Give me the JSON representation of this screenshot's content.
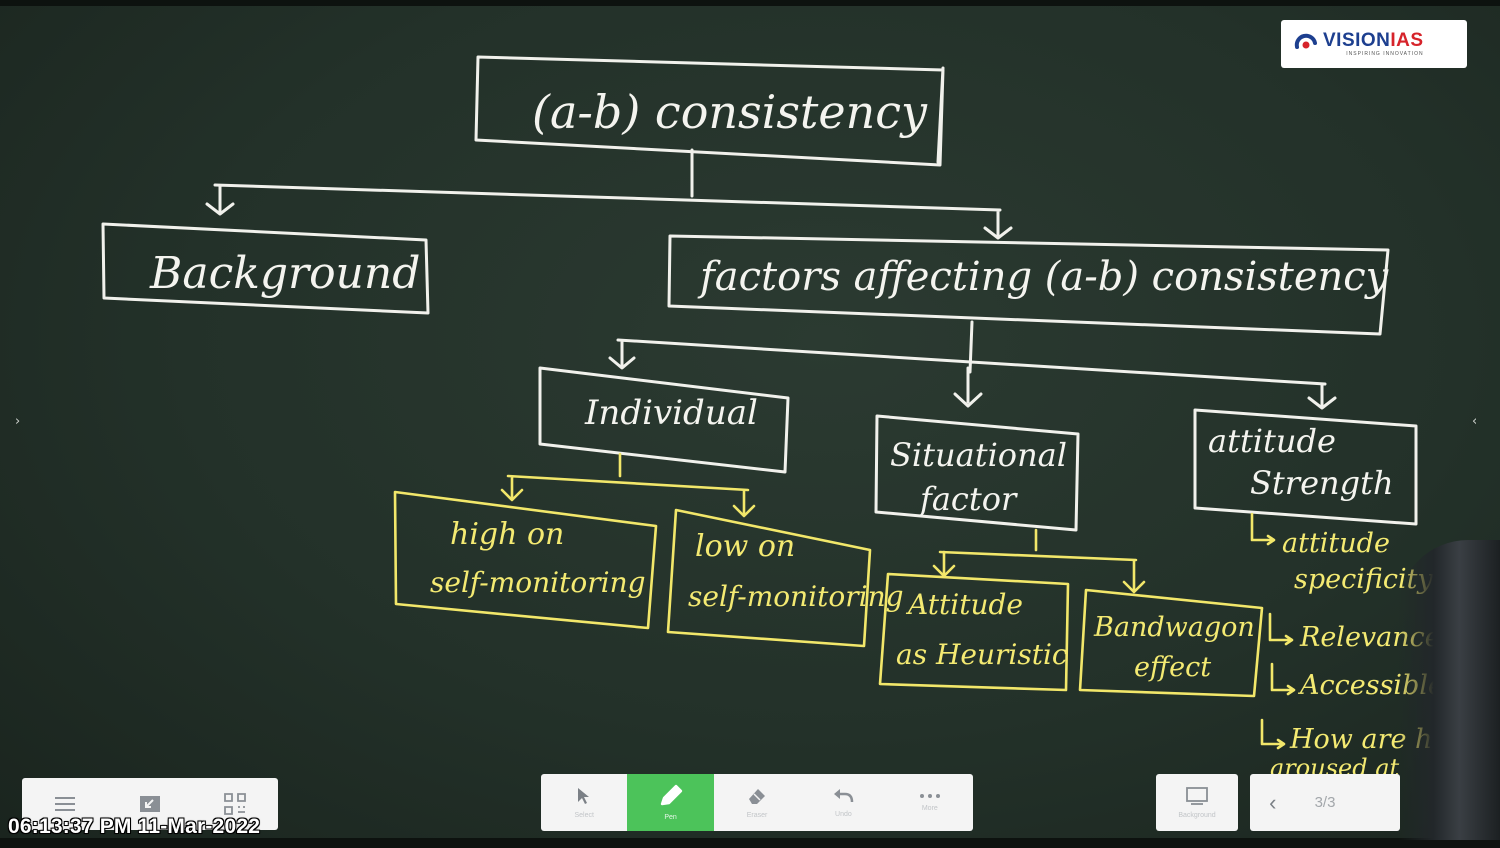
{
  "brand": {
    "name_main": "VISION",
    "name_accent": "IAS",
    "tagline": "INSPIRING INNOVATION"
  },
  "board": {
    "root": "(a-b) consistency",
    "background": "Background",
    "factors": "factors affecting (a-b) consistency",
    "individual": "Individual",
    "situational_line1": "Situational",
    "situational_line2": "factor",
    "strength_line1": "attitude",
    "strength_line2": "Strength",
    "high_line1": "high on",
    "high_line2": "self-monitoring",
    "low_line1": "low on",
    "low_line2": "self-monitoring",
    "heuristic_line1": "Attitude",
    "heuristic_line2": "as Heuristic",
    "bandwagon_line1": "Bandwagon",
    "bandwagon_line2": "effect",
    "strength_items": [
      "attitude",
      "specificity",
      "Relevance",
      "Accessible",
      "How are h",
      "aroused at"
    ]
  },
  "toolbar": {
    "left_icons": [
      "menu-icon",
      "minimize-icon",
      "qr-code-icon"
    ],
    "tools": [
      {
        "name": "select",
        "icon": "cursor-icon",
        "caption": "Select"
      },
      {
        "name": "pen",
        "icon": "pen-icon",
        "caption": "Pen"
      },
      {
        "name": "eraser",
        "icon": "eraser-icon",
        "caption": "Eraser"
      },
      {
        "name": "undo",
        "icon": "undo-icon",
        "caption": "Undo"
      },
      {
        "name": "more",
        "icon": "more-icon",
        "caption": "More"
      }
    ],
    "active_tool": "pen",
    "background_caption": "Background",
    "page_indicator": "3/3"
  },
  "timestamp": "06:13:37 PM 11-Mar-2022",
  "colors": {
    "chalk_white": "#f1f1ec",
    "chalk_yellow": "#f2e76a",
    "active_tool": "#4cc35a",
    "logo_blue": "#1d3f8f",
    "logo_red": "#d6232a"
  }
}
